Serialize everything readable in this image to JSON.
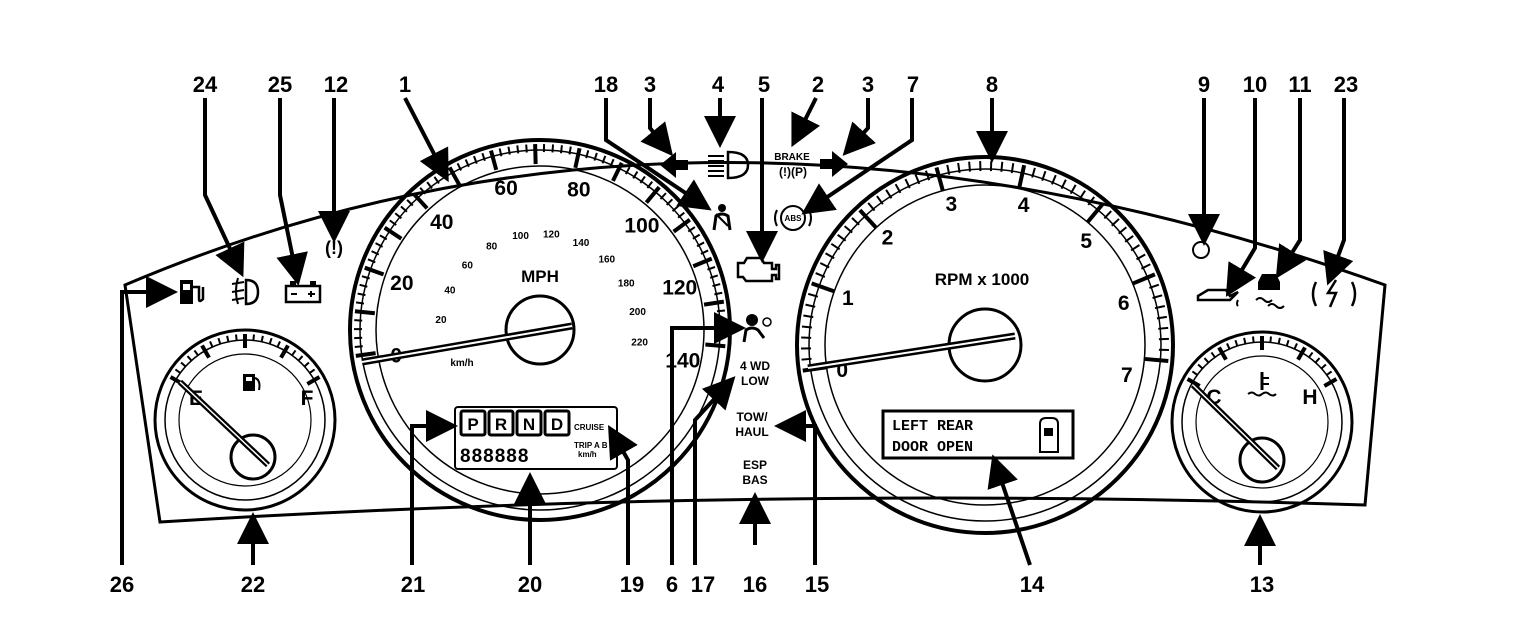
{
  "callouts": [
    "24",
    "25",
    "12",
    "1",
    "18",
    "3",
    "4",
    "5",
    "2",
    "3",
    "7",
    "8",
    "9",
    "10",
    "11",
    "23",
    "26",
    "22",
    "21",
    "20",
    "19",
    "6",
    "17",
    "16",
    "15",
    "14",
    "13"
  ],
  "speedometer": {
    "mph_ticks": [
      "0",
      "20",
      "40",
      "60",
      "80",
      "100",
      "120",
      "140"
    ],
    "kmh_ticks": [
      "20",
      "40",
      "60",
      "80",
      "100",
      "120",
      "140",
      "160",
      "180",
      "200",
      "220"
    ],
    "unit_mph": "MPH",
    "unit_kmh": "km/h"
  },
  "tachometer": {
    "ticks": [
      "0",
      "1",
      "2",
      "3",
      "4",
      "5",
      "6",
      "7"
    ],
    "unit": "RPM x 1000"
  },
  "fuel_gauge": {
    "empty": "E",
    "full": "F"
  },
  "temp_gauge": {
    "cold": "C",
    "hot": "H"
  },
  "indicators": {
    "brake": "BRAKE",
    "brake_symbols": "(!)(P)",
    "abs": "ABS",
    "four_wd_low_1": "4 WD",
    "four_wd_low_2": "LOW",
    "tow_haul_1": "TOW/",
    "tow_haul_2": "HAUL",
    "esp_bas_1": "ESP",
    "esp_bas_2": "BAS",
    "low_tire": "(!)"
  },
  "prndl": {
    "letters": [
      "P",
      "R",
      "N",
      "D"
    ],
    "cruise": "CRUISE"
  },
  "odometer": {
    "digits": "888888",
    "trip_1": "TRIP A B",
    "trip_2": "km/h"
  },
  "message_center": {
    "line1": "LEFT REAR",
    "line2": "DOOR OPEN"
  },
  "icons": [
    "fuel-pump-icon",
    "fog-light-icon",
    "battery-icon",
    "tire-pressure-icon",
    "turn-left-icon",
    "high-beam-icon",
    "turn-right-icon",
    "seatbelt-icon",
    "check-engine-icon",
    "airbag-icon",
    "oil-pressure-icon",
    "traction-skid-icon",
    "electric-throttle-icon",
    "fuel-small-icon",
    "coolant-temp-icon",
    "door-ajar-icon"
  ]
}
